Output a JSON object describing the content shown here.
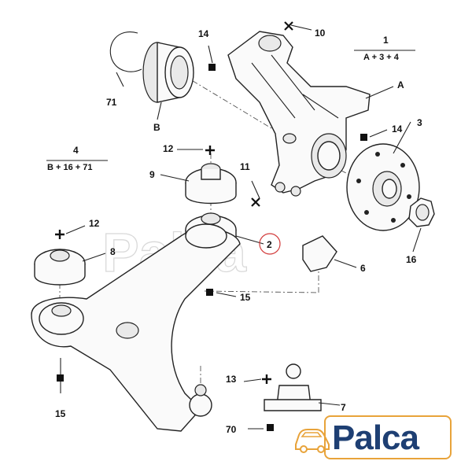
{
  "diagram": {
    "callouts": [
      {
        "id": "c1",
        "text": "1"
      },
      {
        "id": "c2",
        "text": "2"
      },
      {
        "id": "c3",
        "text": "3"
      },
      {
        "id": "c4",
        "text": "4"
      },
      {
        "id": "c6",
        "text": "6"
      },
      {
        "id": "c7",
        "text": "7"
      },
      {
        "id": "c8",
        "text": "8"
      },
      {
        "id": "c9",
        "text": "9"
      },
      {
        "id": "c10",
        "text": "10"
      },
      {
        "id": "c11",
        "text": "11"
      },
      {
        "id": "c12a",
        "text": "12"
      },
      {
        "id": "c12b",
        "text": "12"
      },
      {
        "id": "c13",
        "text": "13"
      },
      {
        "id": "c14a",
        "text": "14"
      },
      {
        "id": "c14b",
        "text": "14"
      },
      {
        "id": "c15a",
        "text": "15"
      },
      {
        "id": "c15b",
        "text": "15"
      },
      {
        "id": "c16",
        "text": "16"
      },
      {
        "id": "c70",
        "text": "70"
      },
      {
        "id": "c71",
        "text": "71"
      },
      {
        "id": "cA",
        "text": "A"
      },
      {
        "id": "cB",
        "text": "B"
      }
    ],
    "kit_formulas": {
      "kit1": {
        "number": "1",
        "formula": "A + 3 + 4"
      },
      "kit4": {
        "number": "4",
        "formula": "B + 16 + 71"
      }
    }
  },
  "brand": {
    "logo_text": "Palca",
    "colors": {
      "logo_blue": "#1e3f73",
      "logo_orange": "#e8a33a",
      "highlight_circle": "#d23a3a"
    }
  },
  "icons": [
    "plus-marker-icon",
    "square-marker-icon",
    "cross-marker-icon",
    "car-silhouette-icon"
  ]
}
